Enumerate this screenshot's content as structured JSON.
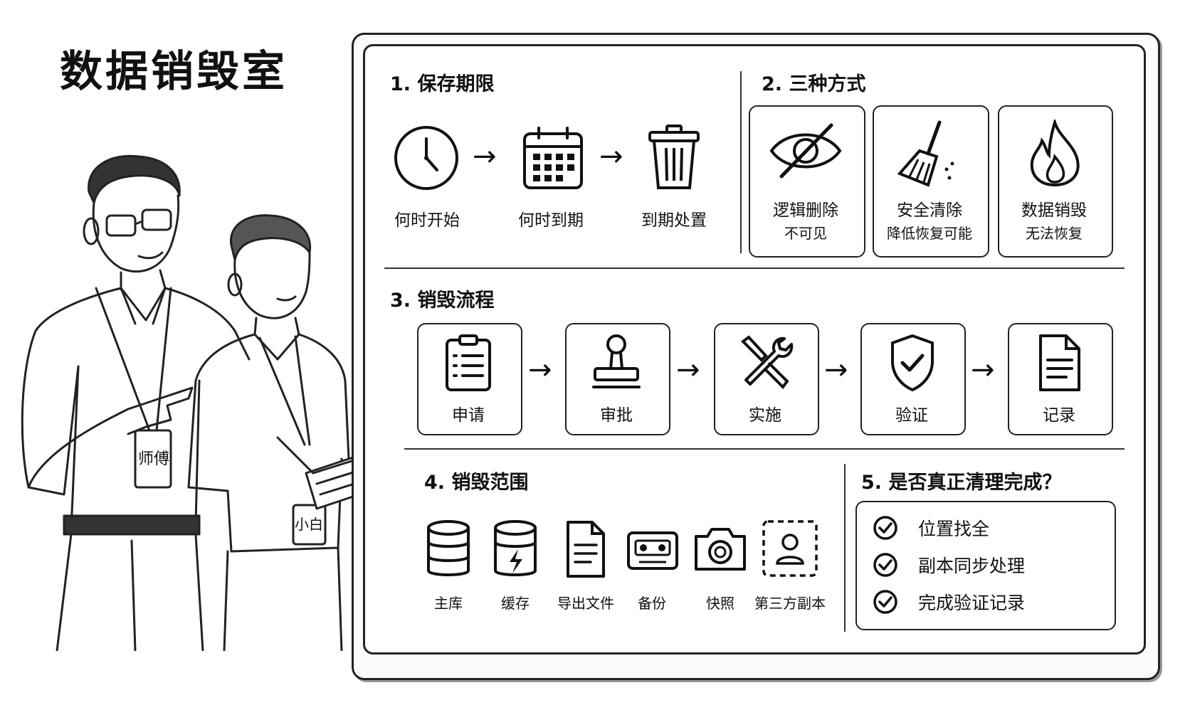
{
  "title": "数据销毁室",
  "people": {
    "mentor_badge": "师傅",
    "student_badge": "小白"
  },
  "sections": {
    "retention": {
      "title": "1. 保存期限",
      "steps": [
        {
          "label": "何时开始",
          "icon": "clock-icon"
        },
        {
          "label": "何时到期",
          "icon": "calendar-icon"
        },
        {
          "label": "到期处置",
          "icon": "trash-icon"
        }
      ]
    },
    "methods": {
      "title": "2. 三种方式",
      "cards": [
        {
          "label": "逻辑删除",
          "sub": "不可见",
          "icon": "eye-off-icon"
        },
        {
          "label": "安全清除",
          "sub": "降低恢复可能",
          "icon": "broom-icon"
        },
        {
          "label": "数据销毁",
          "sub": "无法恢复",
          "icon": "fire-icon"
        }
      ]
    },
    "process": {
      "title": "3. 销毁流程",
      "steps": [
        {
          "label": "申请",
          "icon": "clipboard-icon"
        },
        {
          "label": "审批",
          "icon": "stamp-icon"
        },
        {
          "label": "实施",
          "icon": "tools-icon"
        },
        {
          "label": "验证",
          "icon": "shield-check-icon"
        },
        {
          "label": "记录",
          "icon": "document-icon"
        }
      ]
    },
    "scope": {
      "title": "4. 销毁范围",
      "items": [
        {
          "label": "主库",
          "icon": "database-icon"
        },
        {
          "label": "缓存",
          "icon": "cache-database-icon"
        },
        {
          "label": "导出文件",
          "icon": "file-icon"
        },
        {
          "label": "备份",
          "icon": "tape-icon"
        },
        {
          "label": "快照",
          "icon": "camera-icon"
        },
        {
          "label": "第三方副本",
          "icon": "user-dashed-icon"
        }
      ]
    },
    "verify": {
      "title": "5. 是否真正清理完成？",
      "items": [
        "位置找全",
        "副本同步处理",
        "完成验证记录"
      ]
    }
  }
}
